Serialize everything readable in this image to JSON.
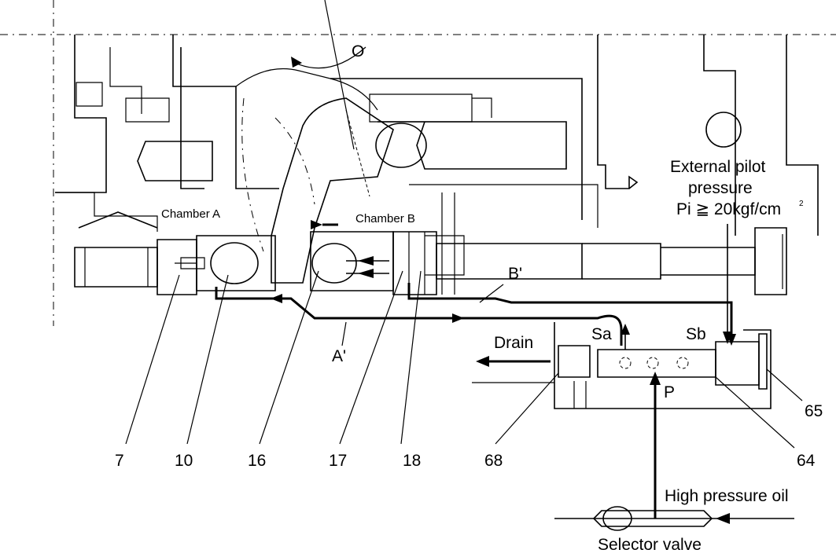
{
  "labels": {
    "chamber_a": "Chamber A",
    "chamber_b": "Chamber B",
    "angle_o": "O",
    "external_pilot_line1": "External pilot",
    "external_pilot_line2": "pressure",
    "pilot_pressure": "Pi ≧ 20kgf/cm",
    "pilot_pressure_sup": "2",
    "b_prime": "B'",
    "a_prime": "A'",
    "drain": "Drain",
    "sa": "Sa",
    "sb": "Sb",
    "p": "P",
    "high_pressure_oil": "High pressure oil",
    "selector_valve": "Selector valve"
  },
  "part_numbers": [
    "7",
    "10",
    "16",
    "17",
    "18",
    "68",
    "65",
    "64"
  ]
}
